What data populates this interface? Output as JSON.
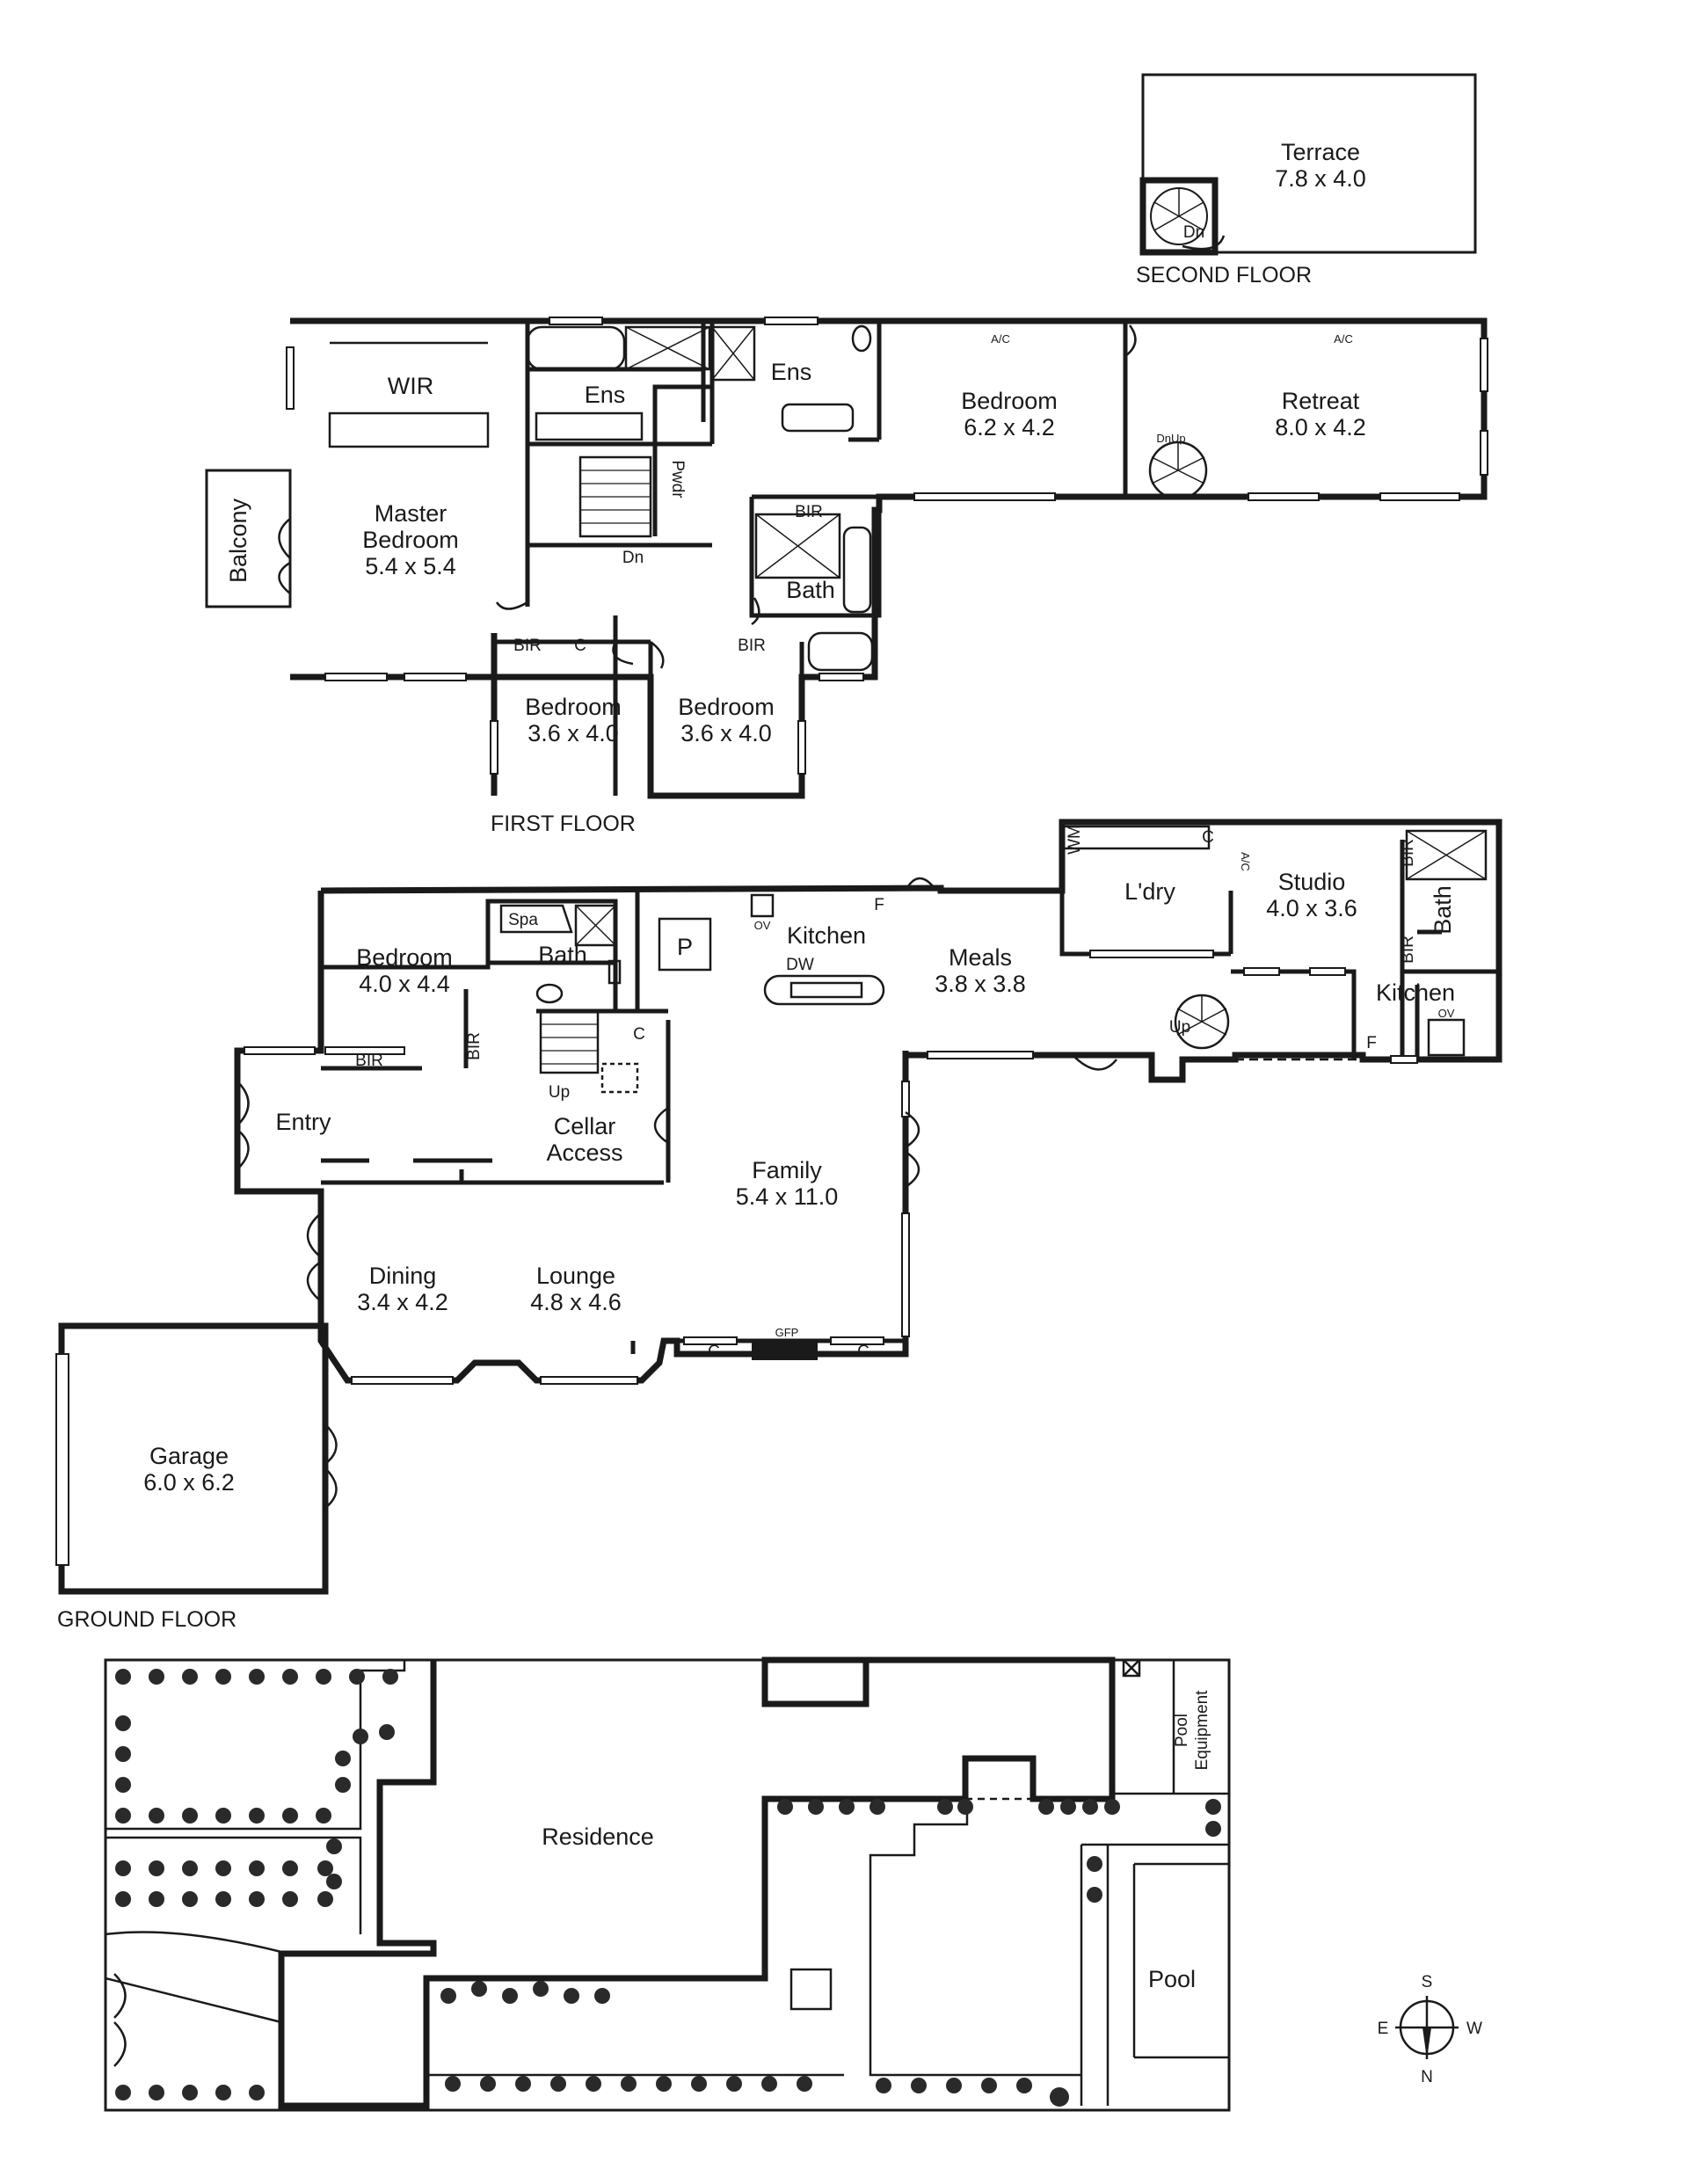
{
  "floors": {
    "second": "SECOND FLOOR",
    "first": "FIRST FLOOR",
    "ground": "GROUND FLOOR"
  },
  "rooms": {
    "terrace": {
      "name": "Terrace",
      "size": "7.8 x 4.0"
    },
    "terrace_dn": "Dn",
    "master": {
      "name1": "Master",
      "name2": "Bedroom",
      "size": "5.4 x 5.4"
    },
    "wir": "WIR",
    "balcony": "Balcony",
    "ens1": "Ens",
    "ens2": "Ens",
    "pwdr": "Pwdr",
    "first_dn": "Dn",
    "first_bir_top": "BIR",
    "first_bath": "Bath",
    "first_bir_left": "BIR",
    "first_c": "C",
    "first_bir_right": "BIR",
    "bedroom_upper": {
      "name": "Bedroom",
      "size": "6.2 x 4.2"
    },
    "retreat": {
      "name": "Retreat",
      "size": "8.0 x 4.2"
    },
    "dnup": "DnUp",
    "ac1": "A/C",
    "ac2": "A/C",
    "bed_first_left": {
      "name": "Bedroom",
      "size": "3.6 x 4.0"
    },
    "bed_first_right": {
      "name": "Bedroom",
      "size": "3.6 x 4.0"
    },
    "bed_ground": {
      "name": "Bedroom",
      "size": "4.0 x 4.4"
    },
    "spa": "Spa",
    "ground_bath": "Bath",
    "ground_bir_v": "BIR",
    "ground_bir_h": "BIR",
    "pantry": "P",
    "kitchen": "Kitchen",
    "ov": "OV",
    "dw": "DW",
    "f": "F",
    "meals": {
      "name": "Meals",
      "size": "3.8 x 3.8"
    },
    "wm": "WM",
    "laundry": "L'dry",
    "laundry_c": "C",
    "ac3": "A/C",
    "studio": {
      "name": "Studio",
      "size": "4.0 x 3.6"
    },
    "studio_bir1": "BIR",
    "studio_bir2": "BIR",
    "studio_bath": "Bath",
    "studio_kitchen": "Kitchen",
    "studio_ov": "OV",
    "studio_f": "F",
    "studio_up": "Up",
    "entry": "Entry",
    "up": "Up",
    "cellar1": "Cellar",
    "cellar2": "Access",
    "cellar_c": "C",
    "family": {
      "name": "Family",
      "size": "5.4 x 11.0"
    },
    "dining": {
      "name": "Dining",
      "size": "3.4 x 4.2"
    },
    "lounge": {
      "name": "Lounge",
      "size": "4.8 x 4.6"
    },
    "gfp": "GFP",
    "c_left": "C",
    "c_right": "C",
    "garage": {
      "name": "Garage",
      "size": "6.0 x 6.2"
    }
  },
  "site": {
    "residence": "Residence",
    "pool": "Pool",
    "pool_equipment1": "Pool",
    "pool_equipment2": "Equipment"
  },
  "compass": {
    "s": "S",
    "e": "E",
    "w": "W",
    "n": "N"
  }
}
